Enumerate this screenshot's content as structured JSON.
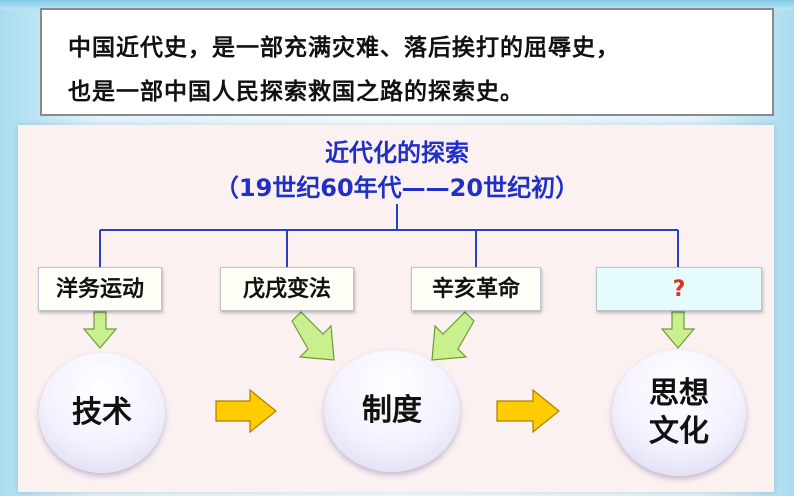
{
  "intro": {
    "line1": "中国近代史，是一部充满灾难、落后挨打的屈辱史，",
    "line2": "也是一部中国人民探索救国之路的探索史。"
  },
  "diagram": {
    "title": "近代化的探索",
    "period": "（19世纪60年代——20世纪初）",
    "movements": [
      "洋务运动",
      "戊戌变法",
      "辛亥革命",
      "?"
    ],
    "levels": [
      "技术",
      "制度",
      "思想",
      "文化"
    ]
  },
  "colors": {
    "title": "#1f2fc8",
    "question": "#e03020",
    "green_arrow": "#c8f08c",
    "yellow_arrow": "#ffcc00"
  }
}
